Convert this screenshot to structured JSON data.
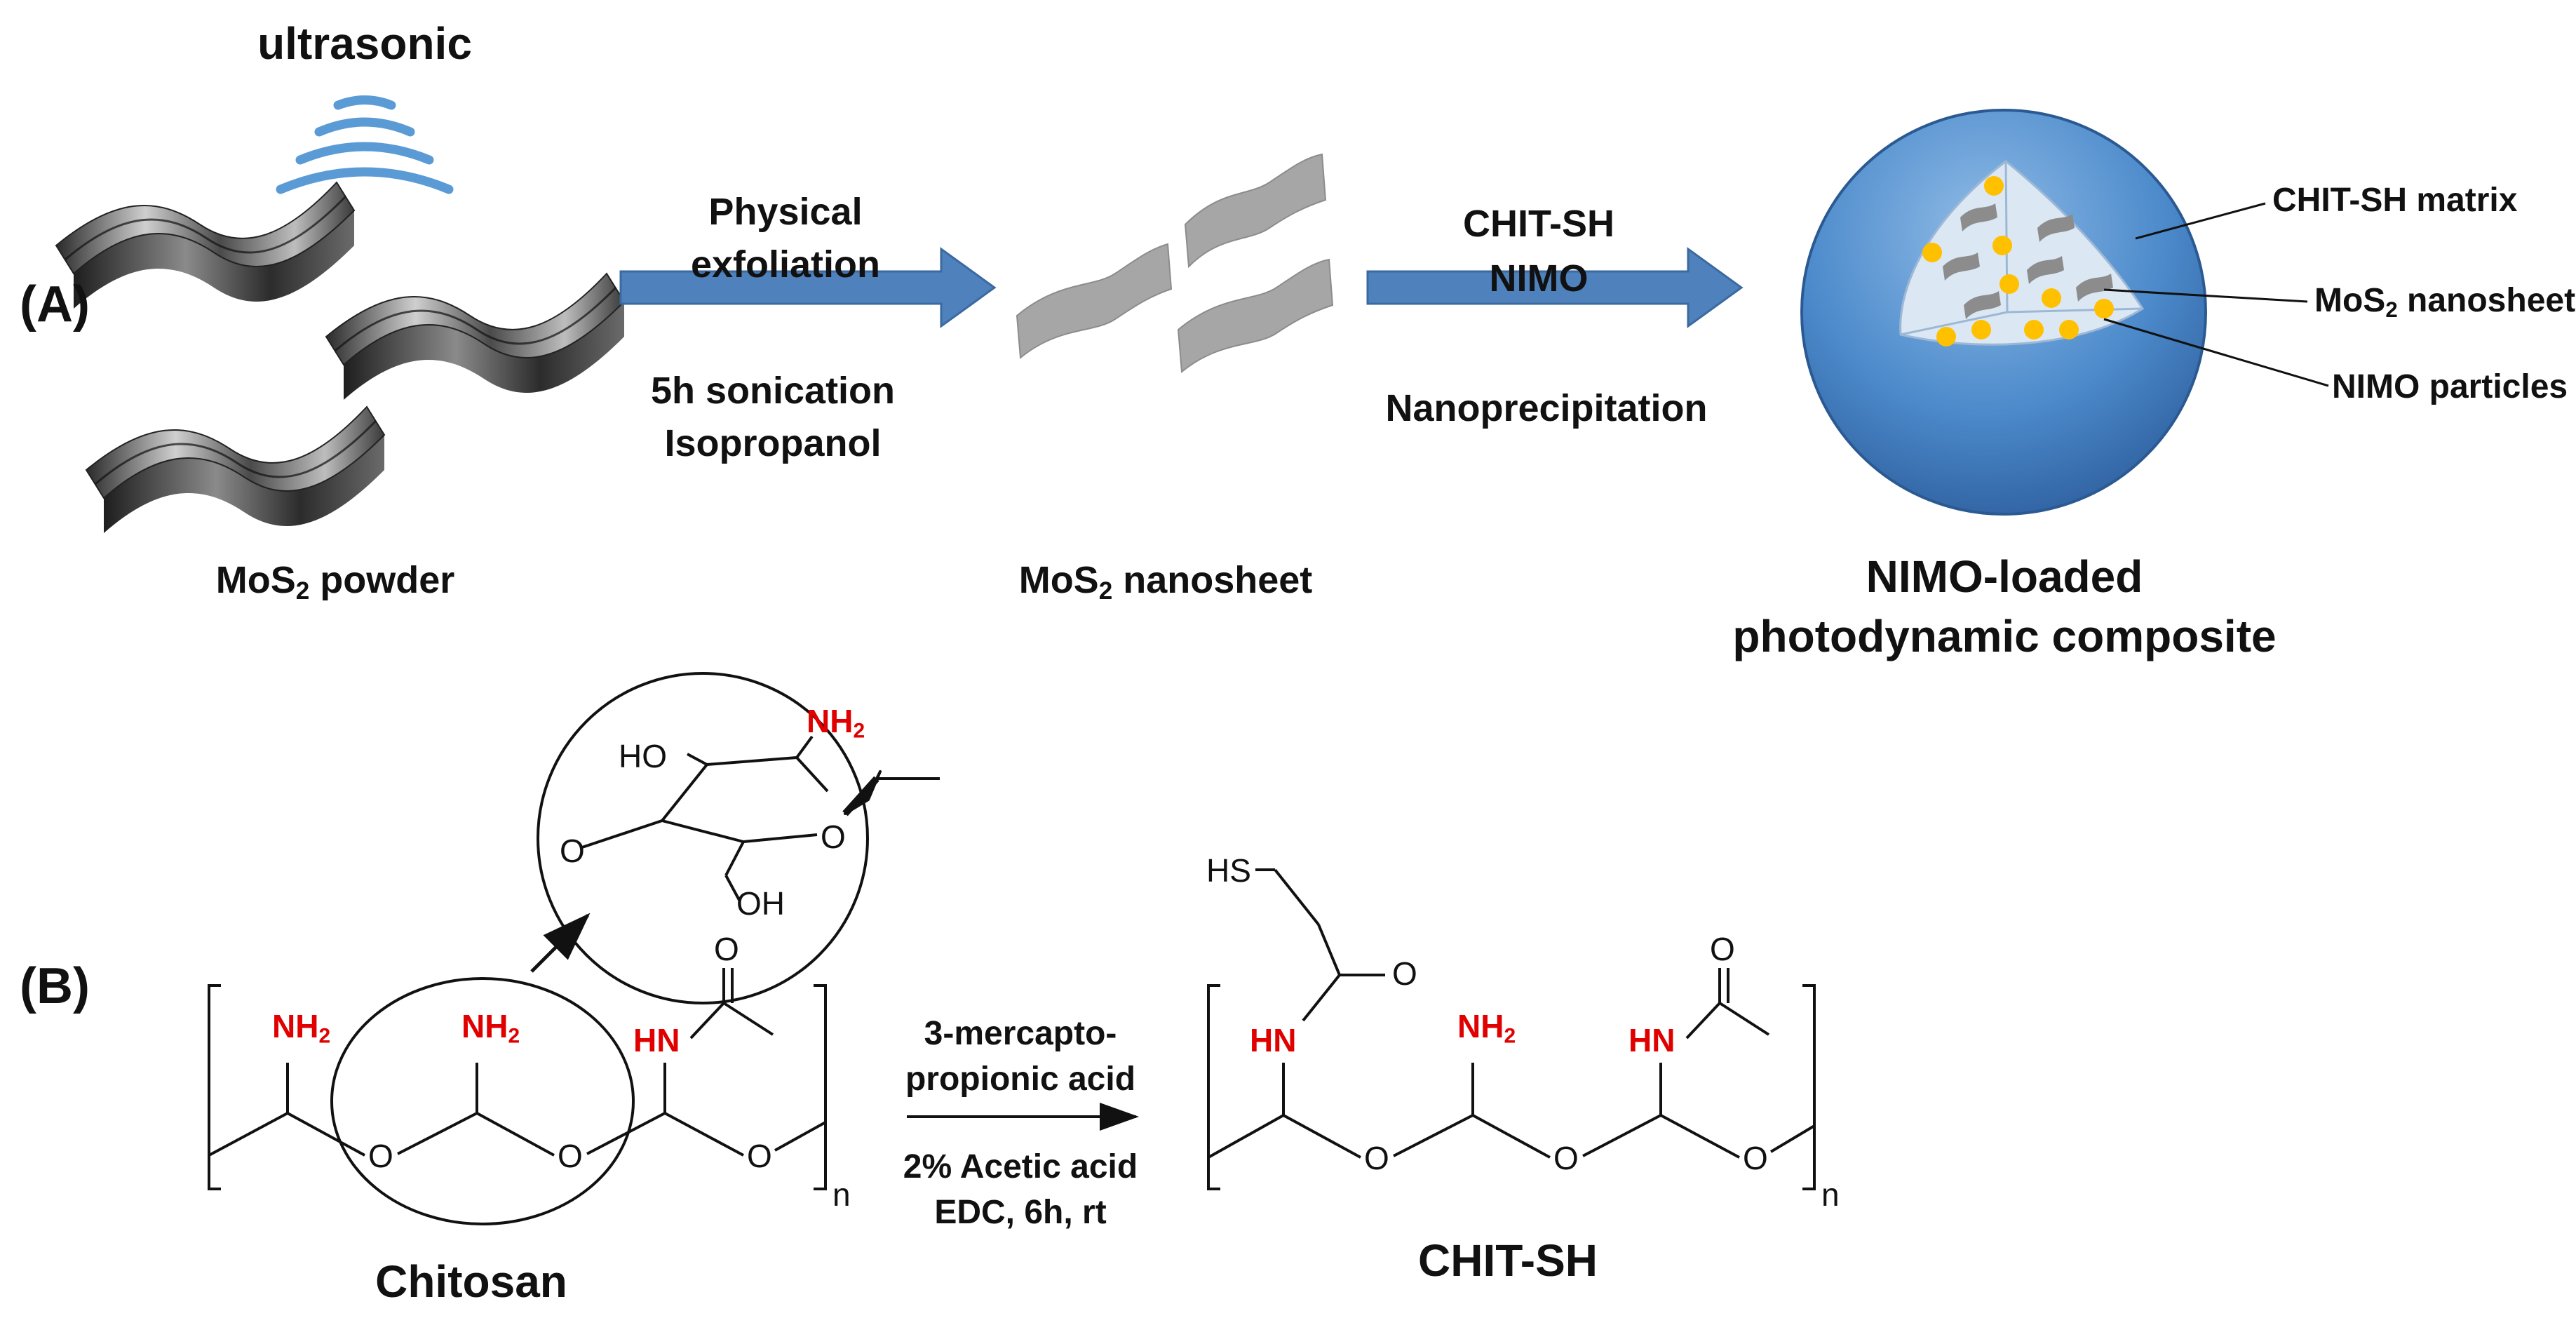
{
  "panel_a": {
    "label": "(A)",
    "ultrasonic": "ultrasonic",
    "step1_top_line1": "Physical",
    "step1_top_line2": "exfoliation",
    "step1_bottom_line1": "5h sonication",
    "step1_bottom_line2": "Isopropanol",
    "step2_top_line1": "CHIT-SH",
    "step2_top_line2": "NIMO",
    "step2_bottom": "Nanoprecipitation",
    "powder_label_pre": "MoS",
    "powder_label_sub": "2",
    "powder_label_post": " powder",
    "nanosheet_label_pre": "MoS",
    "nanosheet_label_sub": "2",
    "nanosheet_label_post": " nanosheet",
    "composite_line1": "NIMO-loaded",
    "composite_line2": "photodynamic composite",
    "callout_matrix": "CHIT-SH matrix",
    "callout_nanosheet_pre": "MoS",
    "callout_nanosheet_sub": "2",
    "callout_nanosheet_post": " nanosheet",
    "callout_particles": "NIMO particles"
  },
  "panel_b": {
    "label": "(B)",
    "chitosan_name": "Chitosan",
    "product_name": "CHIT-SH",
    "reagent_line1": "3-mercapto-",
    "reagent_line2": "propionic acid",
    "condition_line1": "2% Acetic acid",
    "condition_line2": "EDC, 6h, rt",
    "nh2_main": "NH",
    "nh2_sub": "2",
    "hn": "HN",
    "o": "O",
    "oh": "OH",
    "ho": "HO",
    "hs": "HS",
    "n": "n"
  },
  "colors": {
    "arrow_blue": "#4f81bd",
    "sphere_blue": "#3d7fc0",
    "wave_blue": "#5b9bd5",
    "particle_yellow": "#ffc000",
    "nanosheet_gray": "#a6a6a6",
    "amine_red": "#e00000"
  }
}
